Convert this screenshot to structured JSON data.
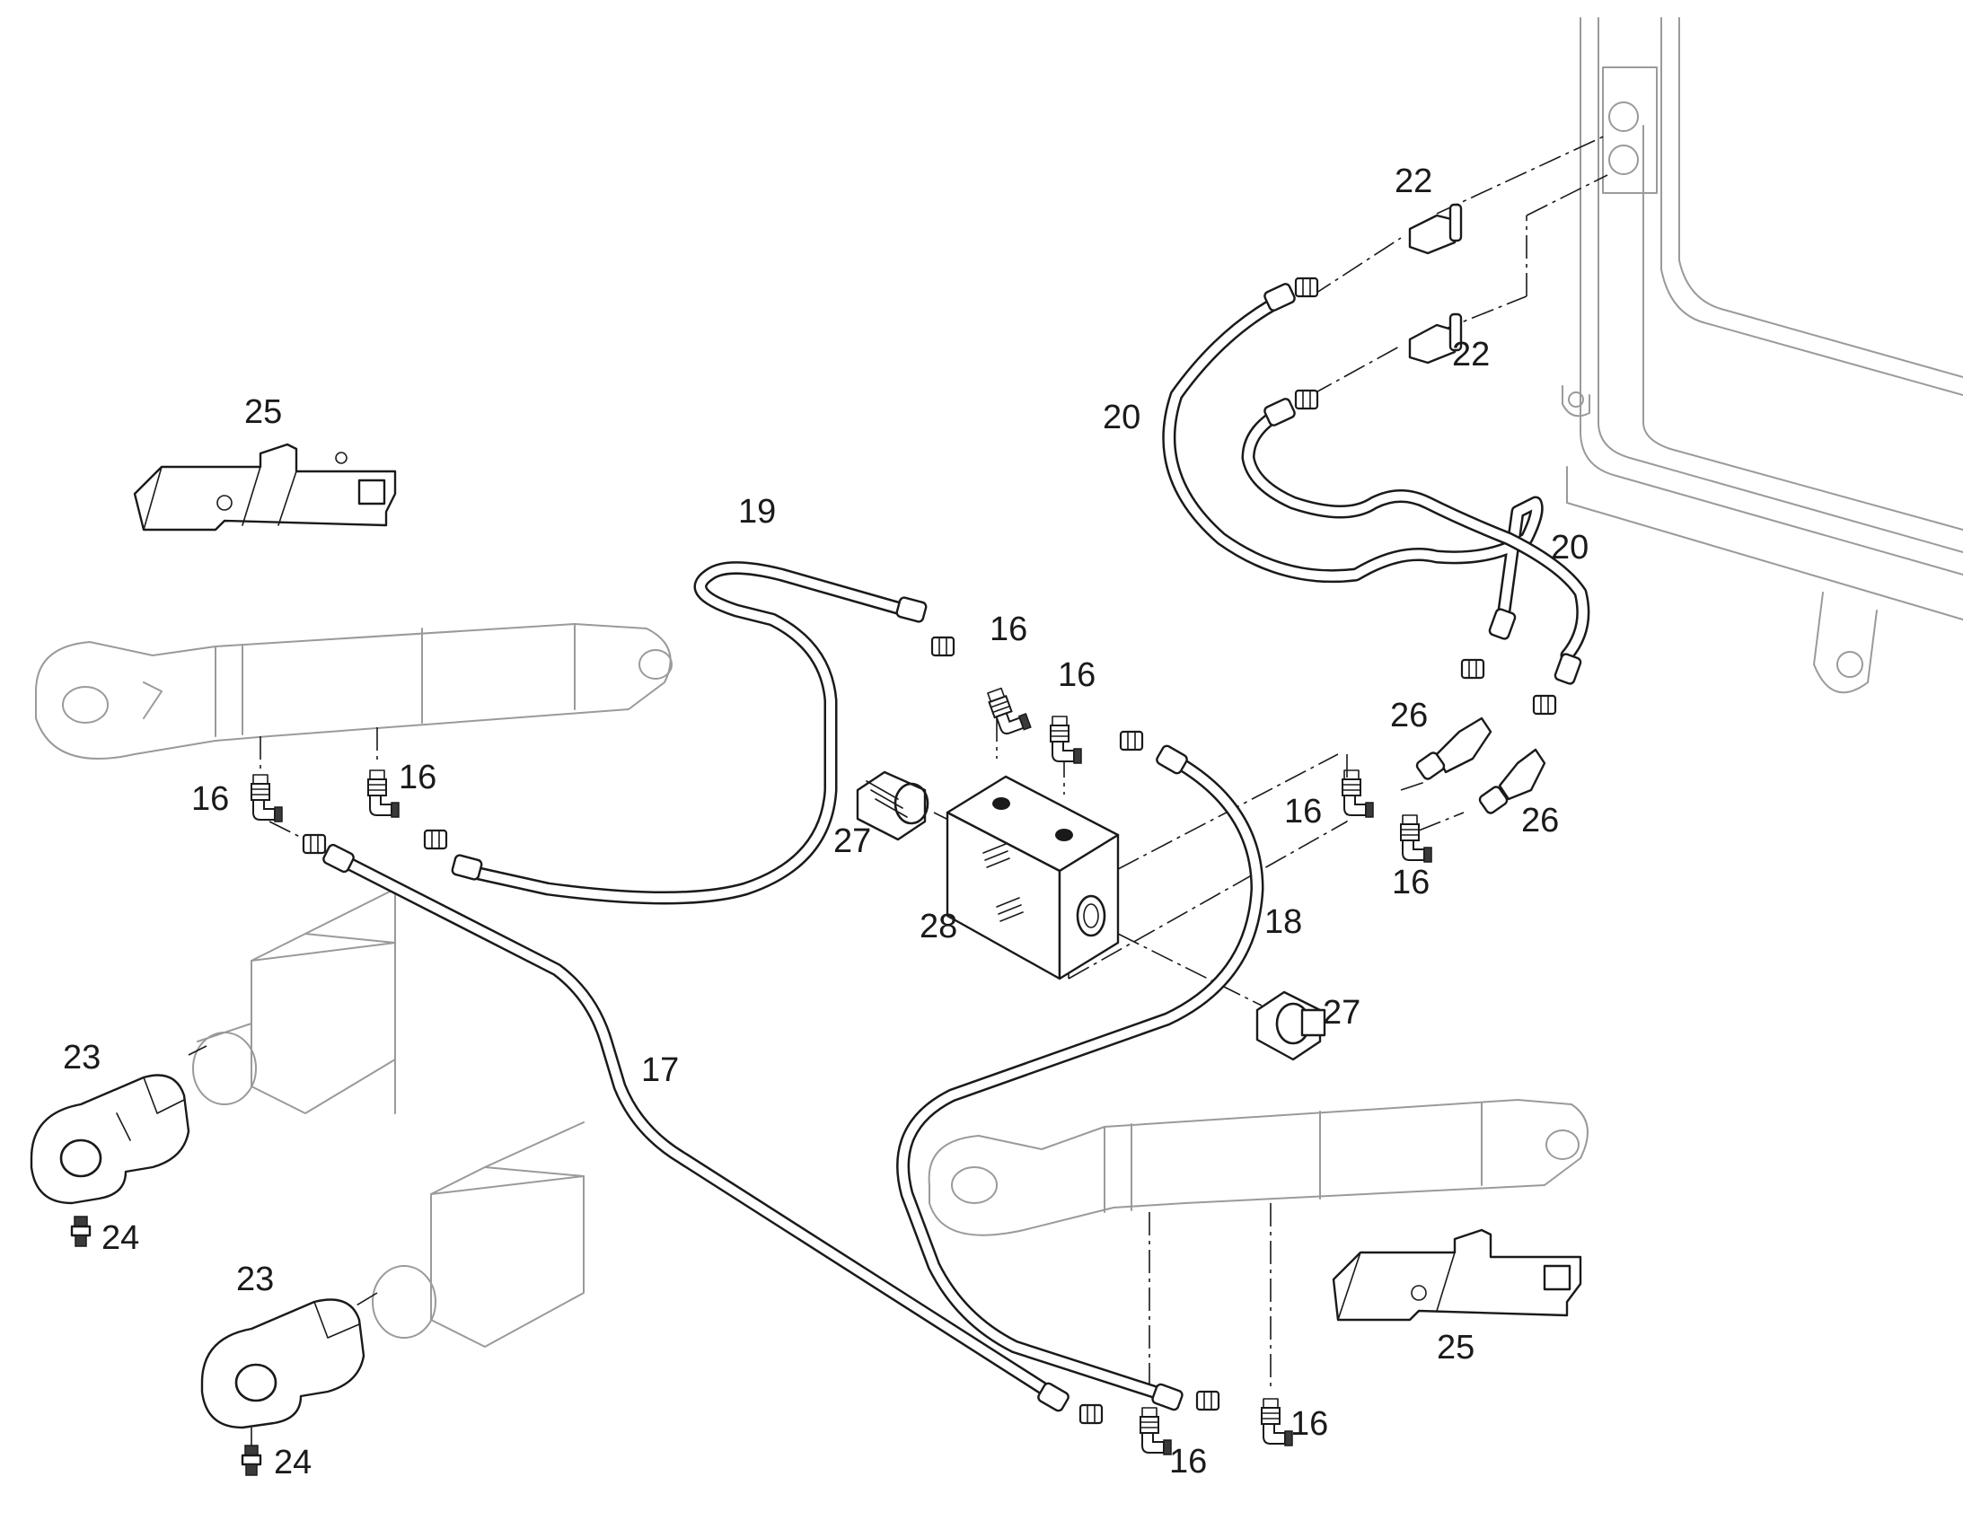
{
  "diagram": {
    "callouts": [
      {
        "id": "c16a",
        "text": "16"
      },
      {
        "id": "c16b",
        "text": "16"
      },
      {
        "id": "c16c",
        "text": "16"
      },
      {
        "id": "c16d",
        "text": "16"
      },
      {
        "id": "c16e",
        "text": "16"
      },
      {
        "id": "c16f",
        "text": "16"
      },
      {
        "id": "c16g",
        "text": "16"
      },
      {
        "id": "c16h",
        "text": "16"
      },
      {
        "id": "c17",
        "text": "17"
      },
      {
        "id": "c18",
        "text": "18"
      },
      {
        "id": "c19",
        "text": "19"
      },
      {
        "id": "c20a",
        "text": "20"
      },
      {
        "id": "c20b",
        "text": "20"
      },
      {
        "id": "c22a",
        "text": "22"
      },
      {
        "id": "c22b",
        "text": "22"
      },
      {
        "id": "c23a",
        "text": "23"
      },
      {
        "id": "c23b",
        "text": "23"
      },
      {
        "id": "c24a",
        "text": "24"
      },
      {
        "id": "c24b",
        "text": "24"
      },
      {
        "id": "c25a",
        "text": "25"
      },
      {
        "id": "c25b",
        "text": "25"
      },
      {
        "id": "c26a",
        "text": "26"
      },
      {
        "id": "c26b",
        "text": "26"
      },
      {
        "id": "c27a",
        "text": "27"
      },
      {
        "id": "c27b",
        "text": "27"
      },
      {
        "id": "c28",
        "text": "28"
      }
    ]
  }
}
